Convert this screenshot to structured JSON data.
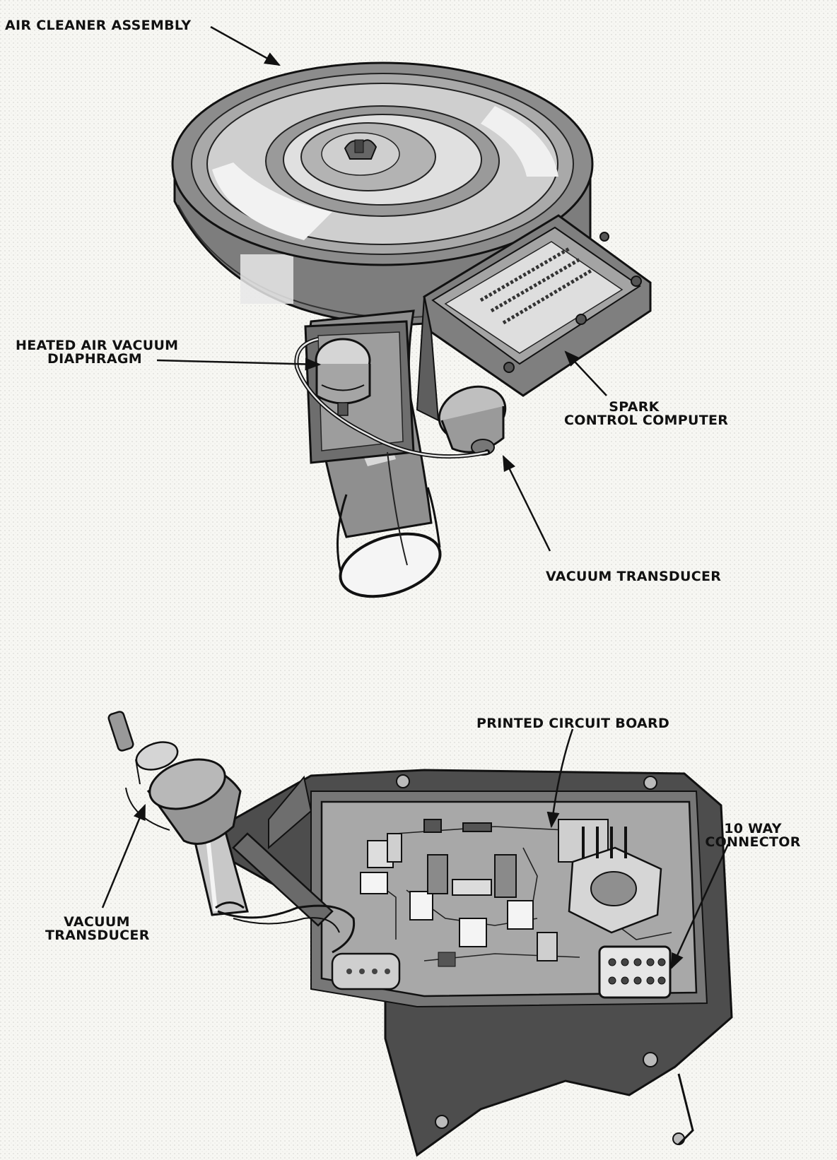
{
  "labels": {
    "air_cleaner_assembly": "AIR CLEANER ASSEMBLY",
    "heated_air_vacuum_diaphragm_1": "HEATED AIR VACUUM",
    "heated_air_vacuum_diaphragm_2": "DIAPHRAGM",
    "spark_control_computer_1": "SPARK",
    "spark_control_computer_2": "CONTROL COMPUTER",
    "vacuum_transducer_top": "VACUUM TRANSDUCER",
    "printed_circuit_board": "PRINTED CIRCUIT BOARD",
    "ten_way_connector_1": "10 WAY",
    "ten_way_connector_2": "CONNECTOR",
    "vacuum_transducer_bottom_1": "VACUUM",
    "vacuum_transducer_bottom_2": "TRANSDUCER"
  },
  "colors": {
    "ink": "#111111",
    "paper": "#fbfbf8",
    "shade_dark": "#555555",
    "shade_mid": "#8a8a8a",
    "shade_light": "#c9c9c9"
  }
}
